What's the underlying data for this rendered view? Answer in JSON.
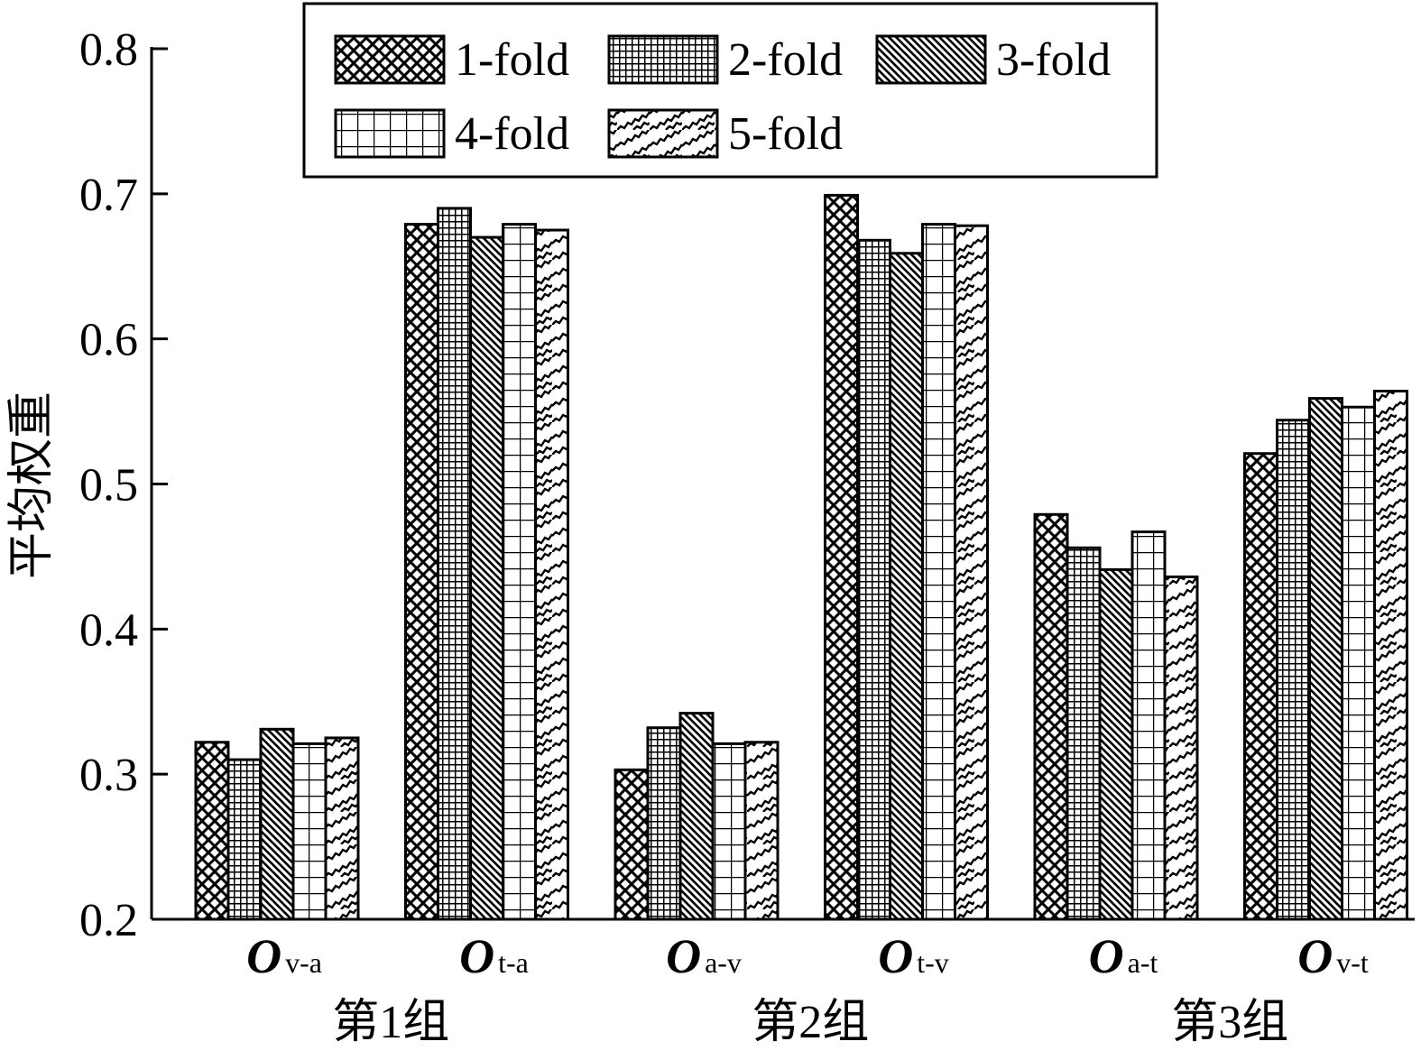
{
  "chart_data": {
    "type": "bar",
    "title": "",
    "xlabel": "",
    "ylabel": "平均权重",
    "ylim": [
      0.2,
      0.8
    ],
    "yticks": [
      "0.2",
      "0.3",
      "0.4",
      "0.5",
      "0.6",
      "0.7",
      "0.8"
    ],
    "grid": false,
    "legend_position": "top-center",
    "categories": [
      {
        "main": "O",
        "sub": "v-a"
      },
      {
        "main": "O",
        "sub": "t-a"
      },
      {
        "main": "O",
        "sub": "a-v"
      },
      {
        "main": "O",
        "sub": "t-v"
      },
      {
        "main": "O",
        "sub": "a-t"
      },
      {
        "main": "O",
        "sub": "v-t"
      }
    ],
    "groups": [
      "第1组",
      "第2组",
      "第3组"
    ],
    "series": [
      {
        "name": "1-fold",
        "pattern": "crosshatch",
        "values": [
          0.322,
          0.679,
          0.303,
          0.699,
          0.479,
          0.521
        ]
      },
      {
        "name": "2-fold",
        "pattern": "grid-dense",
        "values": [
          0.31,
          0.69,
          0.332,
          0.668,
          0.456,
          0.544
        ]
      },
      {
        "name": "3-fold",
        "pattern": "diagonal",
        "values": [
          0.331,
          0.67,
          0.342,
          0.659,
          0.441,
          0.559
        ]
      },
      {
        "name": "4-fold",
        "pattern": "grid",
        "values": [
          0.321,
          0.679,
          0.321,
          0.679,
          0.467,
          0.553
        ]
      },
      {
        "name": "5-fold",
        "pattern": "zigzag",
        "values": [
          0.325,
          0.675,
          0.322,
          0.678,
          0.436,
          0.564
        ]
      }
    ]
  }
}
